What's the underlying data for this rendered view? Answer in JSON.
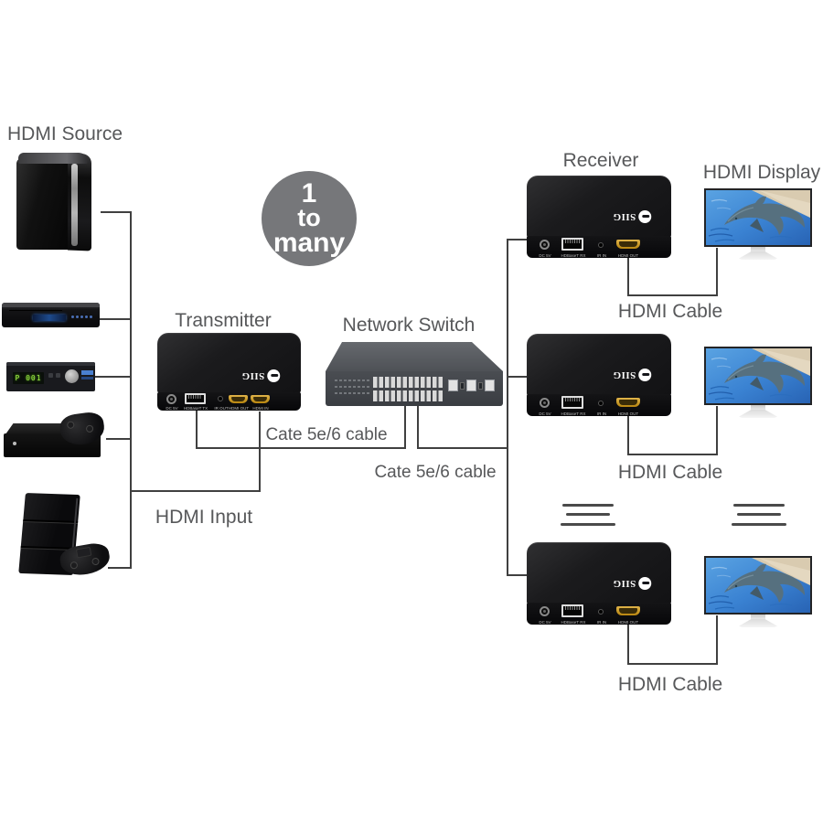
{
  "labels": {
    "hdmi_source": "HDMI Source",
    "transmitter": "Transmitter",
    "network_switch": "Network Switch",
    "receiver": "Receiver",
    "hdmi_display": "HDMI Display",
    "hdmi_input": "HDMI Input",
    "hdmi_cable": "HDMI Cable",
    "cat_cable": "Cate 5e/6 cable"
  },
  "badge": {
    "line1": "1",
    "line2": "to",
    "line3": "many"
  },
  "brand": "SIIG",
  "ports": {
    "tx": [
      "DC 5V",
      "HDBaseT TX",
      "IR OUT",
      "HDMI OUT",
      "HDMI IN"
    ],
    "rx": [
      "DC 5V",
      "HDBaseT RX",
      "IR IN",
      "HDMI OUT"
    ]
  },
  "devices": {
    "stb_display": "P 001"
  },
  "colors": {
    "badge_gray": "#76777a",
    "label_text": "#57585a",
    "connector_line": "#404040",
    "hdmi_gold": "#c9992f",
    "water_blue": "#2f72c8"
  }
}
